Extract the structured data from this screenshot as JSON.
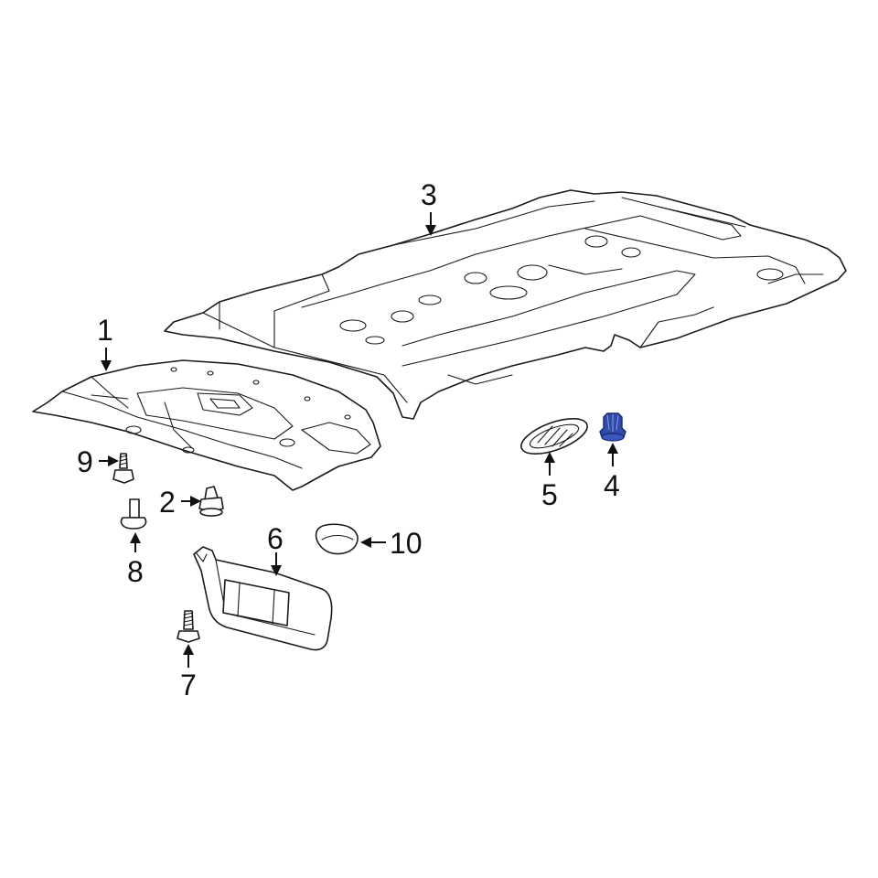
{
  "diagram": {
    "callouts": [
      {
        "id": "1",
        "label": "1",
        "part": "headliner-front"
      },
      {
        "id": "2",
        "label": "2",
        "part": "retainer-clip"
      },
      {
        "id": "3",
        "label": "3",
        "part": "headliner-rear"
      },
      {
        "id": "4",
        "label": "4",
        "part": "push-retainer",
        "color": "#2f4aa8"
      },
      {
        "id": "5",
        "label": "5",
        "part": "vent-grille"
      },
      {
        "id": "6",
        "label": "6",
        "part": "sun-visor"
      },
      {
        "id": "7",
        "label": "7",
        "part": "visor-screw"
      },
      {
        "id": "8",
        "label": "8",
        "part": "visor-clip"
      },
      {
        "id": "9",
        "label": "9",
        "part": "mounting-bolt"
      },
      {
        "id": "10",
        "label": "10",
        "part": "visor-bracket-cover"
      }
    ],
    "highlight_color": "#2f4aa8",
    "line_color": "#1a1a1a"
  }
}
